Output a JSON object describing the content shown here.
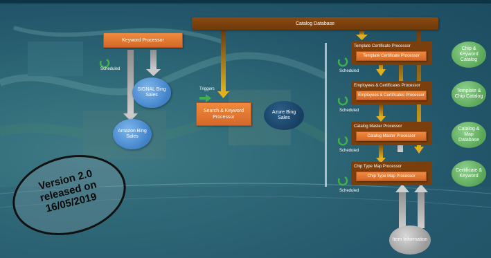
{
  "diagram": {
    "top_banner": "Catalog Database",
    "left_process": "Keyword Processor",
    "blue_circle_1": "SIGNAL Bing Sales",
    "blue_circle_2": "Amazon Bing Sales",
    "center_process": "Search & Keyword Processor",
    "navy_circle": "Azure Bing Sales",
    "trigger_label": "Triggers",
    "scheduled_left": "Scheduled",
    "processors": [
      {
        "header": "Template Certificate Processor",
        "inner": "Template Certificate Processor",
        "side_label": "Scheduled"
      },
      {
        "header": "Employees & Certificates Processor",
        "inner": "Employees & Certificates Processor",
        "side_label": "Scheduled"
      },
      {
        "header": "Catalog Master Processor",
        "inner": "Catalog Master Processor",
        "side_label": "Scheduled"
      },
      {
        "header": "Chip Type Map Processor",
        "inner": "Chip Type Map Processor",
        "side_label": "Scheduled"
      }
    ],
    "green_circles": [
      "Chip & Keyword Catalog",
      "Template & Chip Catalog",
      "Catalog & Map Database",
      "Certificate & Keyword"
    ],
    "grey_circle": "Item Information",
    "version_badge": [
      "Version 2.0",
      "released on",
      "16/05/2019"
    ]
  },
  "colors": {
    "orange": "#e9783a",
    "brown": "#7a3f0d",
    "blue": "#4f8fd6",
    "navy": "#1d4a70",
    "green": "#6cb86a",
    "arrow_gold": "#c9961c",
    "arrow_grey": "#a0a0a0"
  }
}
